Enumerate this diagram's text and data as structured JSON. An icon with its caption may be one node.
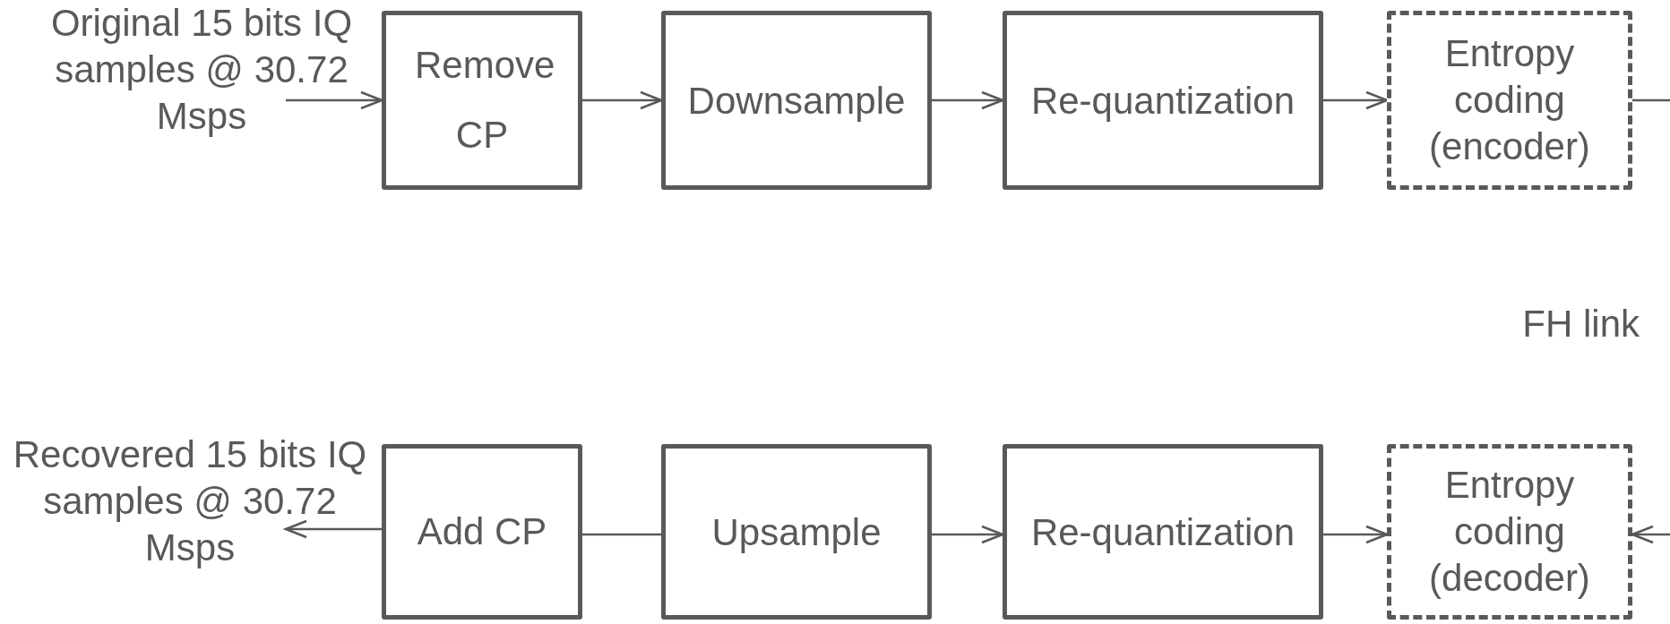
{
  "diagram": {
    "nodes": [
      {
        "text": [
          "Original 15 bits IQ samples @ 30.72 Msps"
        ]
      },
      {
        "text": [
          "Remove CP"
        ]
      },
      {
        "text": [
          "Downsample"
        ]
      },
      {
        "text": [
          "Re-quantization"
        ]
      },
      {
        "text": [
          "Entropy coding (encoder)"
        ]
      },
      {
        "text": [
          "Recovered 15 bits IQ samples @ 30.72 Msps"
        ]
      },
      {
        "text": [
          "Add CP"
        ]
      },
      {
        "text": [
          "Upsample"
        ]
      },
      {
        "text": [
          "Re-quantization"
        ]
      },
      {
        "text": [
          "Entropy coding (decoder)"
        ]
      }
    ],
    "edges": [
      {
        "from": 0,
        "to": 1,
        "arrow": "to"
      },
      {
        "from": 1,
        "to": 2,
        "arrow": "to"
      },
      {
        "from": 2,
        "to": 3,
        "arrow": "to"
      },
      {
        "from": 3,
        "to": 4,
        "arrow": "to"
      },
      {
        "from": 4,
        "to": null,
        "arrow": "none"
      },
      {
        "from": 6,
        "to": 5,
        "arrow": "to"
      },
      {
        "from": 6,
        "to": 7,
        "arrow": "none"
      },
      {
        "from": 7,
        "to": 8,
        "arrow": "to"
      },
      {
        "from": 8,
        "to": 9,
        "arrow": "to"
      },
      {
        "from": null,
        "to": 9,
        "arrow": "to"
      }
    ],
    "labels": [
      "FH link"
    ]
  }
}
